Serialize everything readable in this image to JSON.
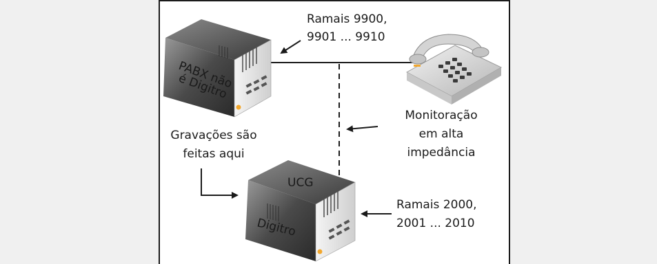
{
  "pabx": {
    "label_line1": "PABX não",
    "label_line2": "é Digitro"
  },
  "phone_extensions": {
    "line1": "Ramais 9900,",
    "line2": "9901 ... 9910"
  },
  "monitoring": {
    "line1": "Monitoração",
    "line2": "em alta",
    "line3": "impedância"
  },
  "recordings": {
    "line1": "Gravações são",
    "line2": "feitas aqui"
  },
  "ucg": {
    "title": "UCG",
    "brand": "Digitro"
  },
  "ucg_extensions": {
    "line1": "Ramais 2000,",
    "line2": "2001 ... 2010"
  }
}
